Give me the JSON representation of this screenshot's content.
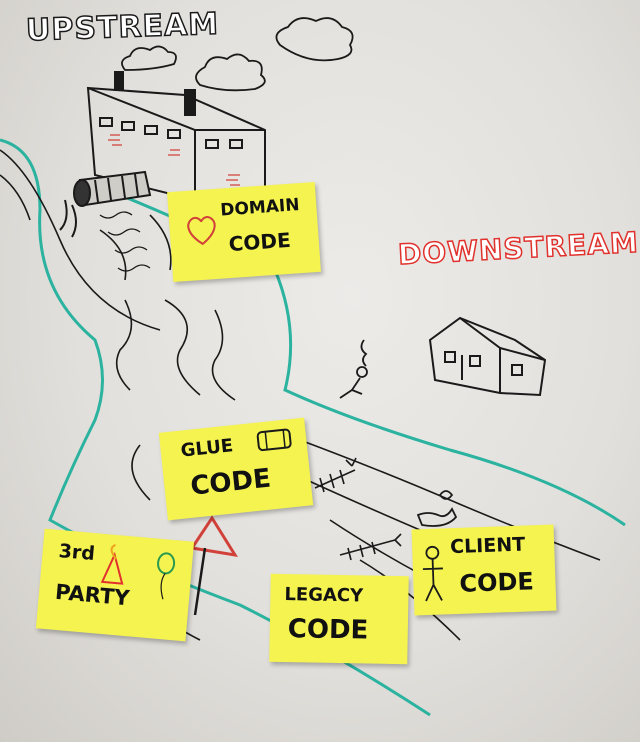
{
  "labels": {
    "upstream": "UPSTREAM",
    "downstream": "DOWNSTREAM"
  },
  "notes": {
    "domain": {
      "line1": "DOMAIN",
      "line2": "CODE"
    },
    "glue": {
      "line1": "GLUE",
      "line2": "CODE"
    },
    "third_party": {
      "line1": "3rd",
      "line2": "PARTY"
    },
    "legacy": {
      "line1": "LEGACY",
      "line2": "CODE"
    },
    "client": {
      "line1": "CLIENT",
      "line2": "CODE"
    }
  },
  "colors": {
    "river_bank": "#2bb3a0",
    "downstream_text": "#e0312c",
    "sticky_note": "#f4f34f",
    "ink": "#1a1a1a"
  },
  "icons": [
    "factory-icon",
    "smoke-cloud-icon",
    "pipe-icon",
    "heart-icon",
    "house-icon",
    "person-sitting-icon",
    "fish-skeleton-icon",
    "shoe-icon",
    "warning-sign-icon",
    "balloon-icon",
    "person-standing-icon"
  ]
}
